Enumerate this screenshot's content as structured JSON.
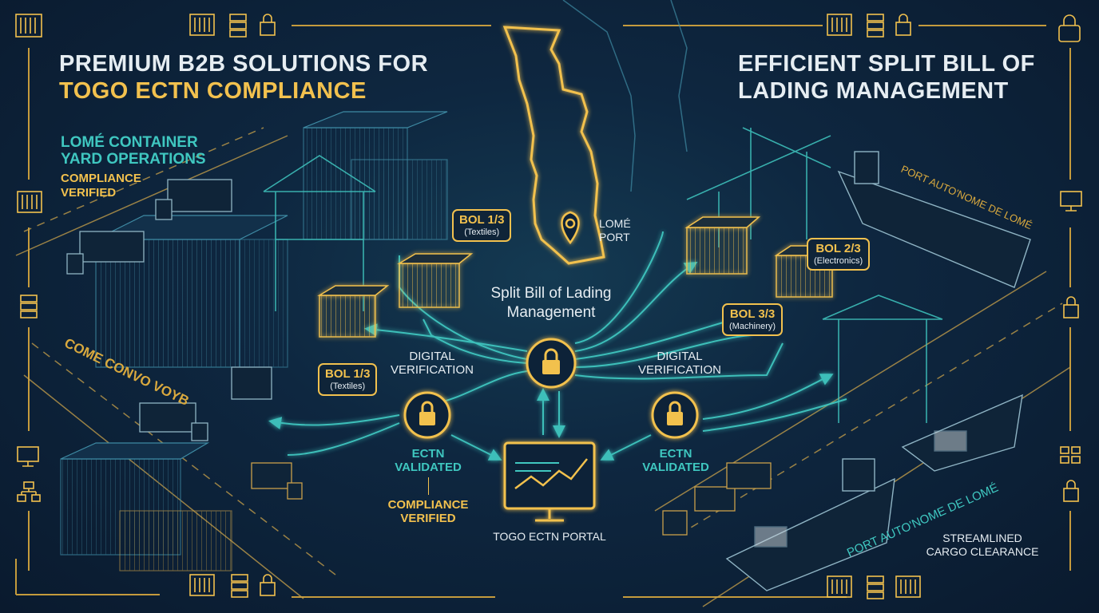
{
  "headlines": {
    "left_line1": "PREMIUM B2B SOLUTIONS FOR",
    "left_line2": "TOGO ECTN COMPLIANCE",
    "right_line1": "EFFICIENT SPLIT BILL OF",
    "right_line2": "LADING MANAGEMENT"
  },
  "yard": {
    "line1": "LOMÉ CONTAINER",
    "line2": "YARD OPERATIONS",
    "compliance1": "COMPLIANCE",
    "compliance2": "VERIFIED",
    "road_label": "COME CONVO VOYB"
  },
  "map": {
    "port_line1": "LOMÉ",
    "port_line2": "PORT"
  },
  "center": {
    "title_line1": "Split Bill of Lading",
    "title_line2": "Management",
    "left_verify1": "DIGITAL",
    "left_verify2": "VERIFICATION",
    "right_verify1": "DIGITAL",
    "right_verify2": "VERIFICATION",
    "left_valid1": "ECTN",
    "left_valid2": "VALIDATED",
    "right_valid1": "ECTN",
    "right_valid2": "VALIDATED",
    "compliance1": "COMPLIANCE",
    "compliance2": "VERIFIED",
    "portal": "TOGO ECTN PORTAL"
  },
  "bols": [
    {
      "id": "BOL 1/3",
      "cargo": "(Textiles)"
    },
    {
      "id": "BOL 1/3",
      "cargo": "(Textiles)"
    },
    {
      "id": "BOL 2/3",
      "cargo": "(Electronics)"
    },
    {
      "id": "BOL 3/3",
      "cargo": "(Machinery)"
    }
  ],
  "port": {
    "label_top": "PORT AUTO'NOME DE LOMÉ",
    "label_bottom": "PORT AUTO'NOME DE LOMÉ",
    "clearance1": "STREAMLINED",
    "clearance2": "CARGO CLEARANCE"
  },
  "colors": {
    "gold": "#f2c14e",
    "teal": "#3fc7c0",
    "text": "#e6edf2",
    "background": "#0e2740"
  },
  "icons": [
    "container-icon",
    "server-icon",
    "lock-icon",
    "monitor-icon",
    "hierarchy-icon",
    "map-pin-icon"
  ]
}
